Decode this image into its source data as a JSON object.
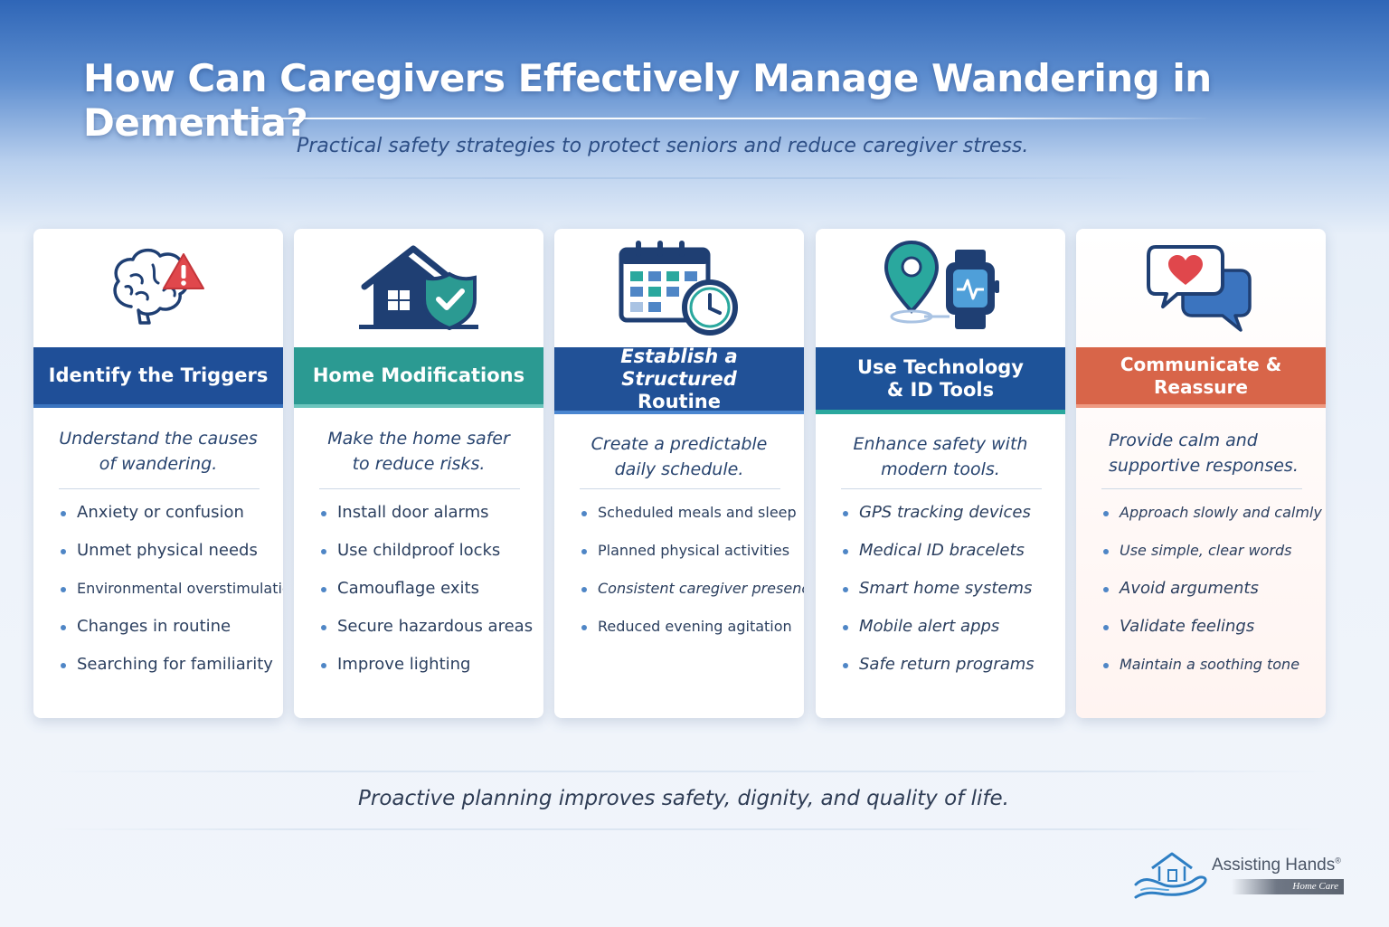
{
  "title": "How Can Caregivers Effectively Manage Wandering in Dementia?",
  "subtitle": "Practical safety strategies to protect seniors and reduce caregiver stress.",
  "cards": [
    {
      "icon": "brain-alert-icon",
      "heading": [
        "Identify the Triggers"
      ],
      "lead": [
        "Understand the causes",
        "of wandering."
      ],
      "items": [
        "Anxiety or confusion",
        "Unmet physical needs",
        "Environmental overstimulation",
        "Changes in routine",
        "Searching for familiarity"
      ]
    },
    {
      "icon": "house-shield-icon",
      "heading": [
        "Home Modifications"
      ],
      "lead": [
        "Make the home safer",
        "to reduce risks."
      ],
      "items": [
        "Install door alarms",
        "Use childproof locks",
        "Camouflage exits",
        "Secure hazardous areas",
        "Improve lighting"
      ]
    },
    {
      "icon": "calendar-clock-icon",
      "heading": [
        "Establish a Structured",
        "Routine"
      ],
      "lead": [
        "Create a predictable",
        "daily schedule."
      ],
      "items": [
        "Scheduled meals and sleep",
        "Planned physical activities",
        "Consistent caregiver presence",
        "Reduced evening agitation"
      ]
    },
    {
      "icon": "gps-watch-icon",
      "heading": [
        "Use Technology",
        "& ID Tools"
      ],
      "lead": [
        "Enhance safety with",
        "modern tools."
      ],
      "items": [
        "GPS tracking devices",
        "Medical ID bracelets",
        "Smart home systems",
        "Mobile alert apps",
        "Safe return programs"
      ]
    },
    {
      "icon": "chat-heart-icon",
      "heading": [
        "Communicate & Reassure"
      ],
      "lead": [
        "Provide calm and",
        "supportive responses."
      ],
      "items": [
        "Approach slowly and calmly",
        "Use simple, clear words",
        "Avoid arguments",
        "Validate feelings",
        "Maintain a soothing tone"
      ]
    }
  ],
  "footer": "Proactive planning improves safety, dignity, and quality of life.",
  "logo": {
    "name": "Assisting Hands",
    "mark": "®",
    "sub": "Home Care",
    "icon": "house-hands-logo-icon"
  },
  "colors": {
    "band_blue": "#1f4f98",
    "band_teal": "#2b9a92",
    "band_orange": "#d86549",
    "accent_red": "#e0474c",
    "accent_teal": "#2aa89e"
  }
}
